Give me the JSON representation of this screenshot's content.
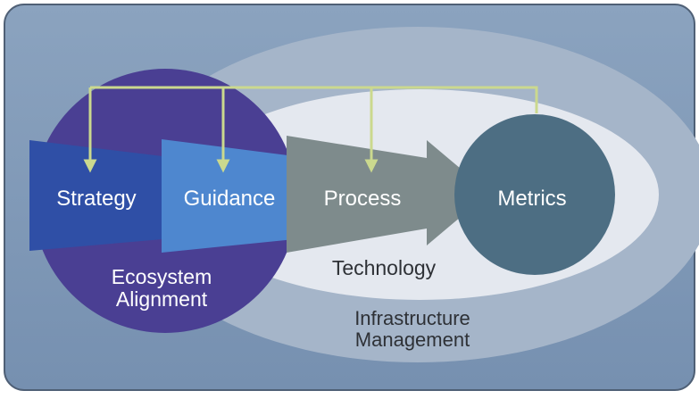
{
  "diagram": {
    "stages": {
      "strategy": "Strategy",
      "guidance": "Guidance",
      "process": "Process",
      "metrics": "Metrics"
    },
    "regions": {
      "ecosystem_line1": "Ecosystem",
      "ecosystem_line2": "Alignment",
      "technology": "Technology",
      "infrastructure_line1": "Infrastructure",
      "infrastructure_line2": "Management"
    },
    "colors": {
      "frame_background": "#7e98b6",
      "frame_border": "#4f6076",
      "infrastructure_ellipse": "#a5b5c9",
      "technology_ellipse": "#e4e8ef",
      "ecosystem_circle": "#4a3f93",
      "strategy_shape": "#2f4fa6",
      "guidance_shape": "#4e87cf",
      "process_arrow": "#7e8b8c",
      "metrics_circle": "#4d6e83",
      "connector": "#cbd98e",
      "light_text": "#ffffff",
      "dark_text": "#2e3136"
    }
  }
}
